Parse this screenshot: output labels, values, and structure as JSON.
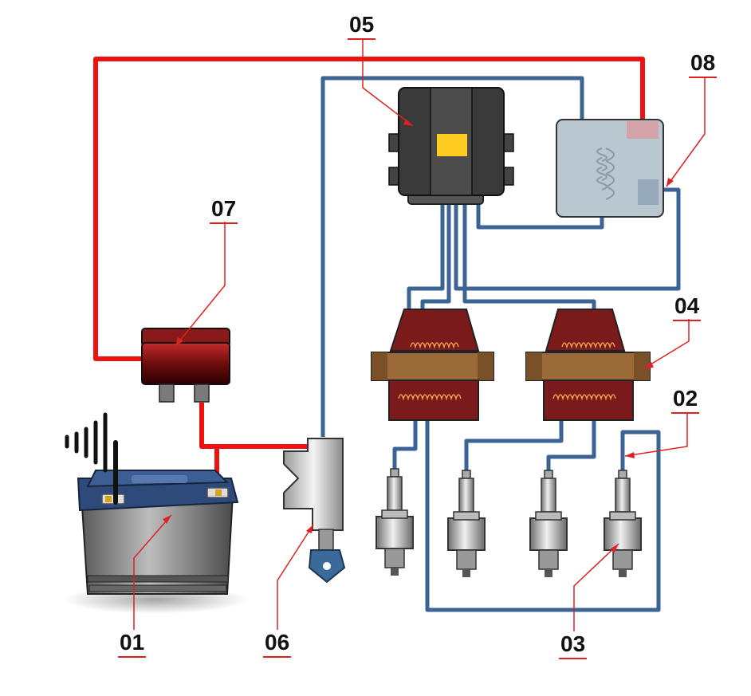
{
  "labels": {
    "battery": "01",
    "spark_plug_wire": "02",
    "spark_plug": "03",
    "ignition_coil": "04",
    "ecu": "05",
    "ignition_switch": "06",
    "relay": "07",
    "module": "08"
  },
  "colors": {
    "power_wire": "#ee1111",
    "signal_wire": "#3b6494",
    "callout_line": "#e02020",
    "coil_body": "#7a1a1a",
    "coil_band": "#9a6a38",
    "ecu_body": "#3a3a3a",
    "ecu_accent": "#ffcc22",
    "module_body": "#b9c7d1",
    "relay_body": "#6e0d0d",
    "battery_top": "#2d4a7a",
    "battery_body": "#7b7b7b",
    "key_head": "#3a6a9a"
  },
  "icons": [
    "battery-icon",
    "signal-icon",
    "relay-icon",
    "ignition-switch-icon",
    "key-icon",
    "ecu-icon",
    "module-icon",
    "ignition-coil-icon",
    "spark-plug-icon"
  ]
}
